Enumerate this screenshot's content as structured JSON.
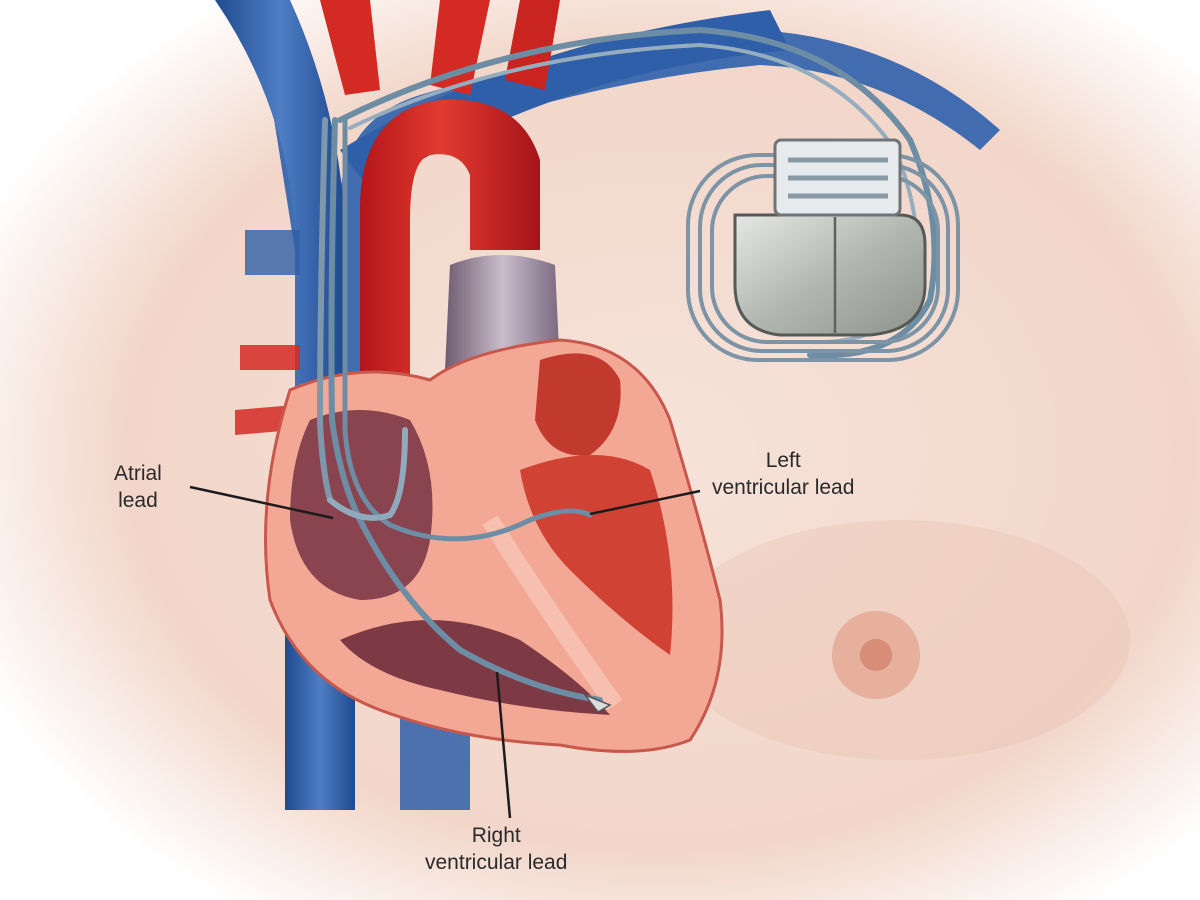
{
  "labels": {
    "atrial": [
      "Atrial",
      "lead"
    ],
    "left_ventricular": [
      "Left",
      "ventricular lead"
    ],
    "right_ventricular": [
      "Right",
      "ventricular lead"
    ]
  },
  "colors": {
    "skin": "#f4d9cc",
    "artery": "#d42a24",
    "vein": "#2f5fa8",
    "myocardium": "#f3a896",
    "chamber": "#7e3a44",
    "lead": "#6d8da5",
    "device": "#b9bcb8"
  }
}
